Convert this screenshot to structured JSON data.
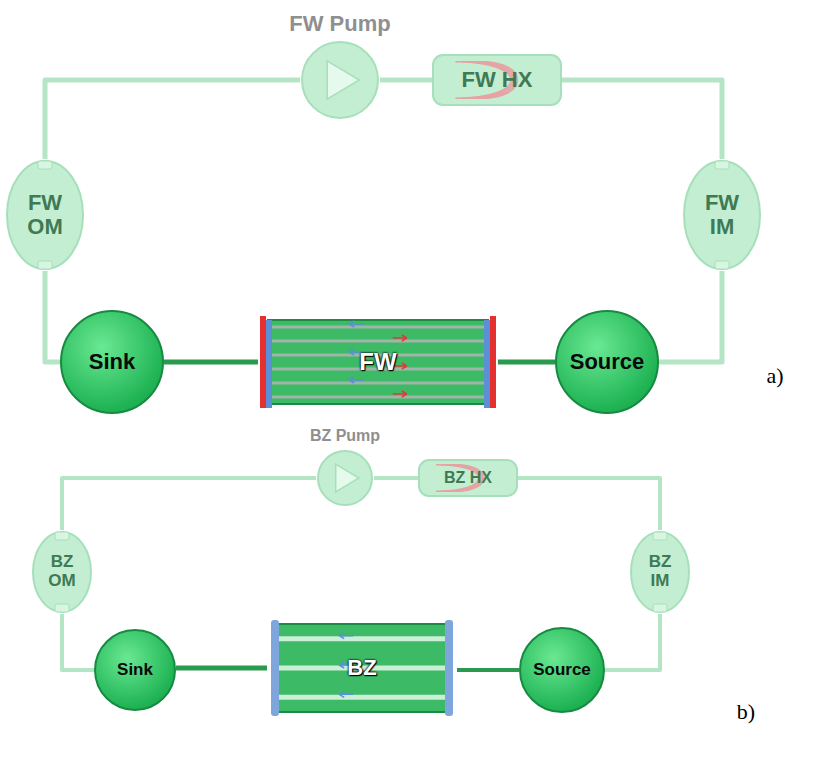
{
  "diagram": {
    "nodes": [
      {
        "text": [
          "FW Pump"
        ]
      },
      {
        "text": [
          "FW HX"
        ]
      },
      {
        "text": [
          "FW OM"
        ]
      },
      {
        "text": [
          "FW IM"
        ]
      },
      {
        "text": [
          "Sink"
        ]
      },
      {
        "text": [
          "FW"
        ]
      },
      {
        "text": [
          "Source"
        ]
      },
      {
        "text": [
          "BZ Pump"
        ]
      },
      {
        "text": [
          "BZ HX"
        ]
      },
      {
        "text": [
          "BZ OM"
        ]
      },
      {
        "text": [
          "BZ IM"
        ]
      },
      {
        "text": [
          "Sink"
        ]
      },
      {
        "text": [
          "BZ"
        ]
      },
      {
        "text": [
          "Source"
        ]
      }
    ],
    "edges": [
      {
        "from": 0,
        "to": 1,
        "arrow": "none"
      },
      {
        "from": 1,
        "to": 3,
        "arrow": "none"
      },
      {
        "from": 3,
        "to": 6,
        "arrow": "none"
      },
      {
        "from": 6,
        "to": 5,
        "arrow": "none"
      },
      {
        "from": 5,
        "to": 4,
        "arrow": "none"
      },
      {
        "from": 4,
        "to": 2,
        "arrow": "none"
      },
      {
        "from": 2,
        "to": 0,
        "arrow": "none"
      },
      {
        "from": 7,
        "to": 8,
        "arrow": "none"
      },
      {
        "from": 8,
        "to": 10,
        "arrow": "none"
      },
      {
        "from": 10,
        "to": 13,
        "arrow": "none"
      },
      {
        "from": 13,
        "to": 12,
        "arrow": "none"
      },
      {
        "from": 12,
        "to": 11,
        "arrow": "none"
      },
      {
        "from": 11,
        "to": 9,
        "arrow": "none"
      },
      {
        "from": 9,
        "to": 7,
        "arrow": "none"
      }
    ],
    "labels": [
      "a)",
      "b)"
    ]
  }
}
